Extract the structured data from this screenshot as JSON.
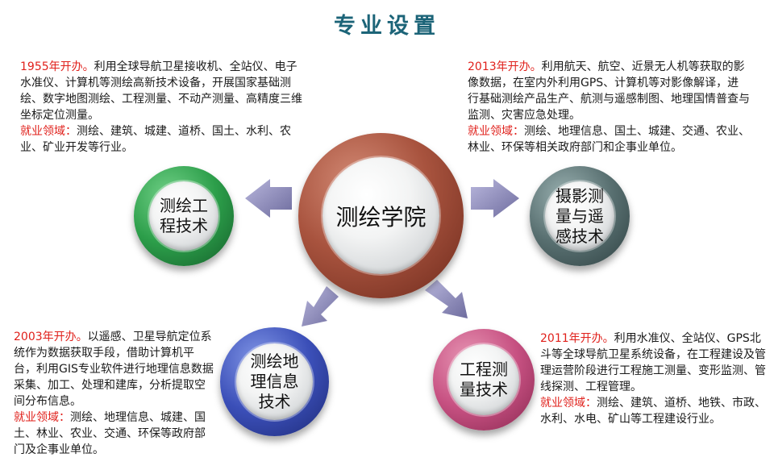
{
  "title": "专业设置",
  "center": {
    "label": "测绘学院"
  },
  "nodes": {
    "top_left": {
      "label_lines": [
        "测绘工",
        "程技术"
      ],
      "founded": "1955年开办。",
      "text": "利用全球导航卫星接收机、全站仪、电子水准仪、计算机等测绘高新技术设备，开展国家基础测绘、数字地图测绘、工程测量、不动产测量、高精度三维坐标定位测量。",
      "employment_label": "就业领域：",
      "employment": "测绘、建筑、城建、道桥、国土、水利、农业、矿业开发等行业。"
    },
    "top_right": {
      "label_lines": [
        "摄影测",
        "量与遥",
        "感技术"
      ],
      "founded": "2013年开办。",
      "text": "利用航天、航空、近景无人机等获取的影像数据，在室内外利用GPS、计算机等对影像解译，进行基础测绘产品生产、航测与遥感制图、地理国情普查与监测、灾害应急处理。",
      "employment_label": "就业领域：",
      "employment": "测绘、地理信息、国土、城建、交通、农业、林业、环保等相关政府部门和企事业单位。"
    },
    "bottom_left": {
      "label_lines": [
        "测绘地",
        "理信息",
        "技术"
      ],
      "founded": "2003年开办。",
      "text": "以遥感、卫星导航定位系统作为数据获取手段，借助计算机平台，利用GIS专业软件进行地理信息数据采集、加工、处理和建库，分析提取空间分布信息。",
      "employment_label": "就业领域：",
      "employment": "测绘、地理信息、城建、国土、林业、农业、交通、环保等政府部门及企事业单位。"
    },
    "bottom_right": {
      "label_lines": [
        "工程测",
        "量技术"
      ],
      "founded": "2011年开办。",
      "text": "利用水准仪、全站仪、GPS北斗等全球导航卫星系统设备，在工程建设及管理运营阶段进行工程施工测量、变形监测、管线探测、工程管理。",
      "employment_label": "就业领域：",
      "employment": "测绘、建筑、道桥、地铁、市政、水利、水电、矿山等工程建设行业。"
    }
  },
  "colors": {
    "title": "#1c6478",
    "highlight": "#e0201b",
    "center_ring": "#a8533e",
    "left_ring": "#2c9e4a",
    "right_ring": "#586f70",
    "bottom_left_ring": "#3b4fb8",
    "bottom_right_ring": "#c75182",
    "arrow": "#8c8ab8"
  }
}
